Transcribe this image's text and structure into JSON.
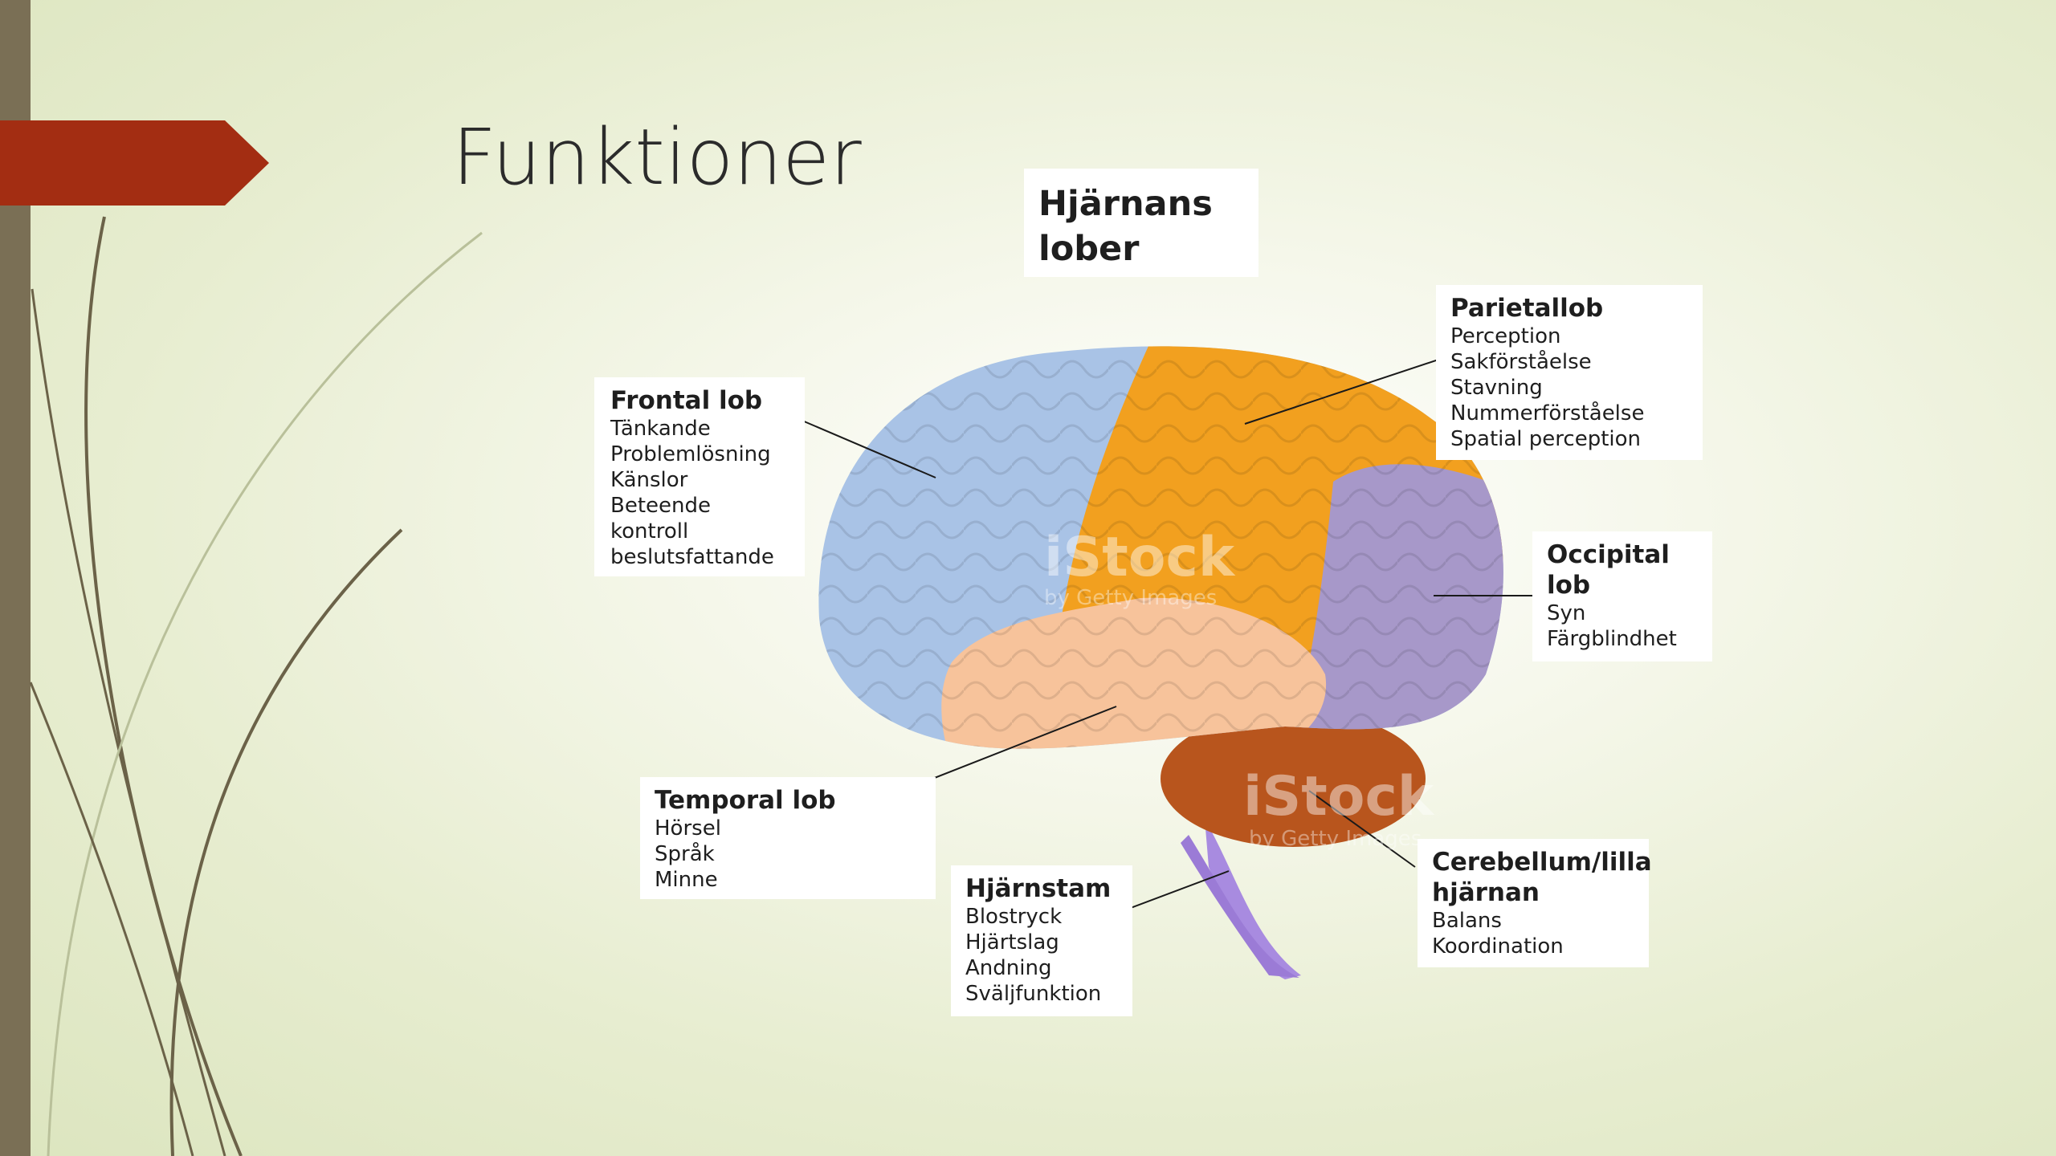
{
  "slide": {
    "title": "Funktioner"
  },
  "diagram_title": "Hjärnans lober",
  "watermark": {
    "text": "iStock",
    "sub": "by Getty Images"
  },
  "lobes": {
    "frontal": {
      "heading": "Frontal lob",
      "items": [
        "Tänkande",
        "Problemlösning",
        "Känslor",
        "Beteende",
        "kontroll",
        "beslutsfattande"
      ],
      "color": "#a9c3e6"
    },
    "parietal": {
      "heading": "Parietallob",
      "items": [
        "Perception",
        "Sakförståelse",
        "Stavning",
        "Nummerförståelse",
        "Spatial perception"
      ],
      "color": "#f2a01f"
    },
    "occipital": {
      "heading": "Occipital lob",
      "items": [
        "Syn",
        "Färgblindhet"
      ],
      "color": "#a798c9"
    },
    "temporal": {
      "heading": "Temporal lob",
      "items": [
        "Hörsel",
        "Språk",
        "Minne"
      ],
      "color": "#f7c39b"
    },
    "brainstem": {
      "heading": "Hjärnstam",
      "items": [
        "Blostryck",
        "Hjärtslag",
        "Andning",
        "Sväljfunktion"
      ],
      "color": "#a88be0"
    },
    "cerebellum": {
      "heading": "Cerebellum/lilla hjärnan",
      "items": [
        "Balans",
        "Koordination"
      ],
      "color": "#b8551d"
    }
  },
  "colors": {
    "accent": "#a32d12",
    "left_bar": "#7a6f55"
  }
}
